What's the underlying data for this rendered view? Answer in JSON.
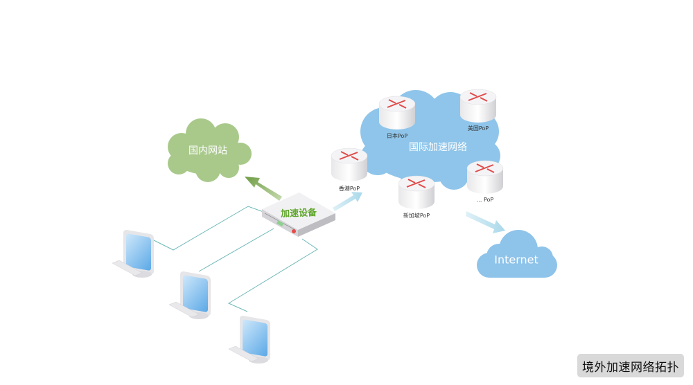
{
  "caption": "境外加速网络拓扑",
  "domestic_cloud": {
    "label": "国内网站",
    "color": "#a9c98b"
  },
  "intl_cloud": {
    "label": "国际加速网络",
    "color": "#8fc5ea"
  },
  "internet_cloud": {
    "label": "Internet",
    "color": "#8ec3ea"
  },
  "device": {
    "label": "加速设备",
    "label_color": "#5fa52a"
  },
  "pops": [
    {
      "label": "日本PoP"
    },
    {
      "label": "美国PoP"
    },
    {
      "label": "香港PoP"
    },
    {
      "label": "新加坡PoP"
    },
    {
      "label": "... PoP"
    }
  ],
  "colors": {
    "link_line": "#6fb7b7",
    "arrow_green": "#7aa550",
    "arrow_blue": "#bfe3f0",
    "router_arrow": "#e04a4a"
  }
}
